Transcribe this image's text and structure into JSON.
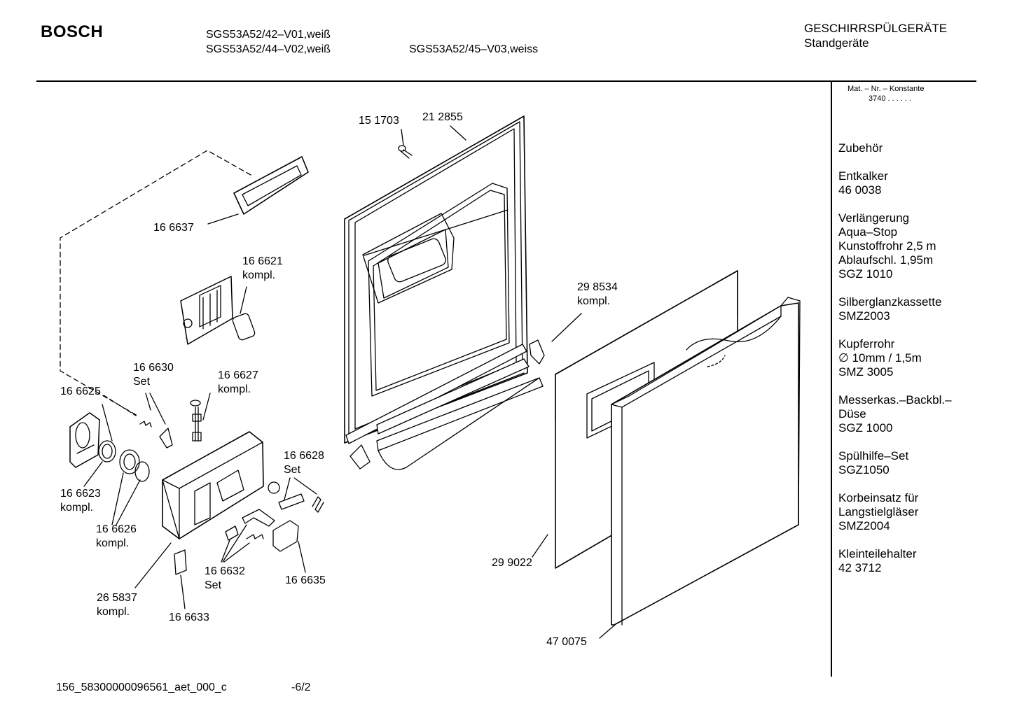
{
  "header": {
    "brand": "BOSCH",
    "models": [
      "SGS53A52/42–V01,weiß",
      "SGS53A52/44–V02,weiß",
      "SGS53A52/45–V03,weiss"
    ],
    "category_line1": "GESCHIRRSPÜLGERÄTE",
    "category_line2": "Standgeräte"
  },
  "sidebar": {
    "konstante_label": "Mat. – Nr. – Konstante",
    "konstante_value": "3740  .  .  .  .  .  .",
    "groups": [
      [
        "Zubehör"
      ],
      [
        "Entkalker",
        "46 0038"
      ],
      [
        "Verlängerung",
        "Aqua–Stop",
        "Kunstoffrohr 2,5 m",
        "Ablaufschl. 1,95m",
        "SGZ 1010"
      ],
      [
        "Silberglanzkassette",
        "SMZ2003"
      ],
      [
        "Kupferrohr",
        "∅ 10mm / 1,5m",
        "SMZ 3005"
      ],
      [
        "Messerkas.–Backbl.–",
        "Düse",
        "SGZ 1000"
      ],
      [
        "Spülhilfe–Set",
        "SGZ1050"
      ],
      [
        "Korbeinsatz für",
        "Langstielgläser",
        "SMZ2004"
      ],
      [
        "Kleinteilehalter",
        "42 3712"
      ]
    ]
  },
  "parts": [
    {
      "id": "p151703",
      "lines": [
        "15 1703"
      ]
    },
    {
      "id": "p212855",
      "lines": [
        "21 2855"
      ]
    },
    {
      "id": "p166637",
      "lines": [
        "16 6637"
      ]
    },
    {
      "id": "p166621",
      "lines": [
        "16 6621",
        "kompl."
      ]
    },
    {
      "id": "p298534",
      "lines": [
        "29 8534",
        "kompl."
      ]
    },
    {
      "id": "p166630",
      "lines": [
        "16 6630",
        "Set"
      ]
    },
    {
      "id": "p166627",
      "lines": [
        "16 6627",
        "kompl."
      ]
    },
    {
      "id": "p166625",
      "lines": [
        "16 6625"
      ]
    },
    {
      "id": "p166628",
      "lines": [
        "16 6628",
        "Set"
      ]
    },
    {
      "id": "p166623",
      "lines": [
        "16 6623",
        "kompl."
      ]
    },
    {
      "id": "p166626",
      "lines": [
        "16 6626",
        "kompl."
      ]
    },
    {
      "id": "p166632",
      "lines": [
        "16 6632",
        "Set"
      ]
    },
    {
      "id": "p166635",
      "lines": [
        "16 6635"
      ]
    },
    {
      "id": "p265837",
      "lines": [
        "26 5837",
        "kompl."
      ]
    },
    {
      "id": "p166633",
      "lines": [
        "16 6633"
      ]
    },
    {
      "id": "p299022",
      "lines": [
        "29 9022"
      ]
    },
    {
      "id": "p470075",
      "lines": [
        "47 0075"
      ]
    }
  ],
  "footer": {
    "doc_id": "156_58300000096561_aet_000_c",
    "page": "-6/2"
  }
}
